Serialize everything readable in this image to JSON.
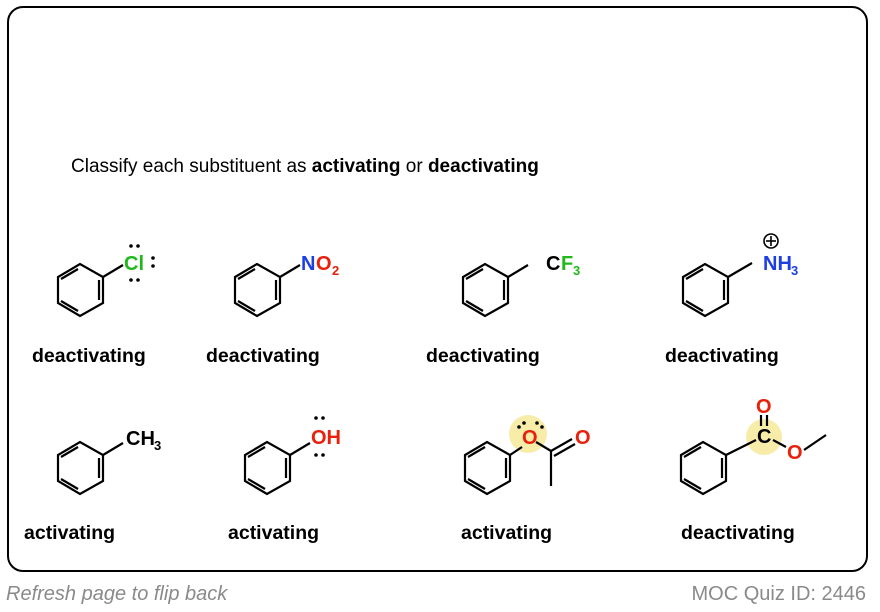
{
  "prompt": {
    "prefix": "Classify each substituent as ",
    "word_activating": "activating",
    "middle": " or ",
    "word_deactivating": "deactivating"
  },
  "molecules": [
    {
      "substituent": "Cl",
      "label": "deactivating"
    },
    {
      "substituent": "NO2",
      "label": "deactivating"
    },
    {
      "substituent": "CF3",
      "label": "deactivating"
    },
    {
      "substituent": "NH3+",
      "label": "deactivating"
    },
    {
      "substituent": "CH3",
      "label": "activating"
    },
    {
      "substituent": "OH",
      "label": "activating"
    },
    {
      "substituent": "OAc",
      "label": "activating"
    },
    {
      "substituent": "CO2Me",
      "label": "deactivating"
    }
  ],
  "colors": {
    "oxygen": "#e8200c",
    "nitrogen": "#1d3ee0",
    "halogen": "#21b81c",
    "highlight": "#f7eca8"
  },
  "footer": {
    "left": "Refresh page to flip back",
    "right": "MOC Quiz ID: 2446"
  }
}
